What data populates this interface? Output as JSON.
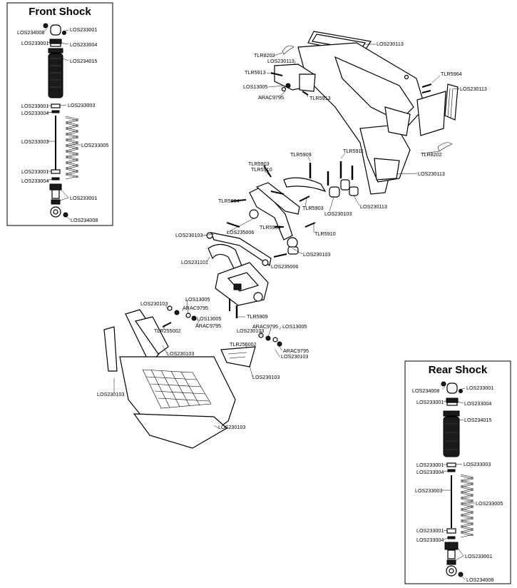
{
  "front_box": {
    "title": "Front Shock"
  },
  "rear_box": {
    "title": "Rear Shock"
  },
  "labels": {
    "f_los234008_top": "LOS234008",
    "f_los233001_a": "LOS233001",
    "f_los233001_b": "LOS233001",
    "f_los233004_a": "LOS233004",
    "f_los234015": "LOS234015",
    "f_los233001_c": "LOS233001",
    "f_los233003_a": "LOS233003",
    "f_los233004_b": "LOS233004",
    "f_los233003_b": "LOS233003",
    "f_los233005": "LOS233005",
    "f_los233001_d": "LOS233001",
    "f_los233004_c": "LOS233004",
    "f_los233001_e": "LOS233001",
    "f_los234008_bot": "LOS234008",
    "r_los234008_top": "LOS234008",
    "r_los233001_a": "LOS233001",
    "r_los233001_b": "LOS233001",
    "r_los233004_a": "LOS233004",
    "r_los234015": "LOS234015",
    "r_los233001_c": "LOS233001",
    "r_los233003_a": "LOS233003",
    "r_los233004_b": "LOS233004",
    "r_los233003_b": "LOS233003",
    "r_los233005": "LOS233005",
    "r_los233001_d": "LOS233001",
    "r_los233004_c": "LOS233004",
    "r_los233001_e": "LOS233001",
    "r_los234008_bot": "LOS234008",
    "los230113_a": "LOS230113",
    "tlr8202_a": "TLR8202",
    "los230113_b": "LOS230113",
    "tlr5913_a": "TLR5913",
    "los13005_a": "LOS13005",
    "arac9795_a": "ARAC9795",
    "tlr5913_b": "TLR5913",
    "tlr5964": "TLR5964",
    "los230113_c": "LOS230113",
    "tlr8202_b": "TLR8202",
    "los230113_d": "LOS230113",
    "tlr5909_a": "TLR5909",
    "tlr5911": "TLR5911",
    "tlr5903_a": "TLR5903",
    "tlr5910_a": "TLR5910",
    "tlr5904": "TLR5904",
    "tlr5903_b": "TLR5903",
    "los230103_a": "LOS230103",
    "los230113_e": "LOS230113",
    "los230103_b": "LOS230103",
    "los235006_a": "LOS235006",
    "tlr5904_b": "TLR5904",
    "tlr5910_b": "TLR5910",
    "los230103_c": "LOS230103",
    "los231101": "LOS231101",
    "los235006_b": "LOS235006",
    "los230103_d": "LOS230103",
    "los13005_b": "LOS13005",
    "arac9795_b": "ARAC9795",
    "los13005_c": "LOS13005",
    "arac9795_c": "ARAC9795",
    "tlr255002_a": "TLR255002",
    "tlr5909_b": "TLR5909",
    "arac9795_d": "ARAC9795",
    "los13005_d": "LOS13005",
    "los230103_e": "LOS230103",
    "tlr255002_b": "TLR255002",
    "arac9795_e": "ARAC9795",
    "los230103_f": "LOS230103",
    "los230103_g": "LOS230103",
    "los230103_h": "LOS230103",
    "los230103_i": "LOS230103",
    "los230103_j": "LOS230103"
  }
}
